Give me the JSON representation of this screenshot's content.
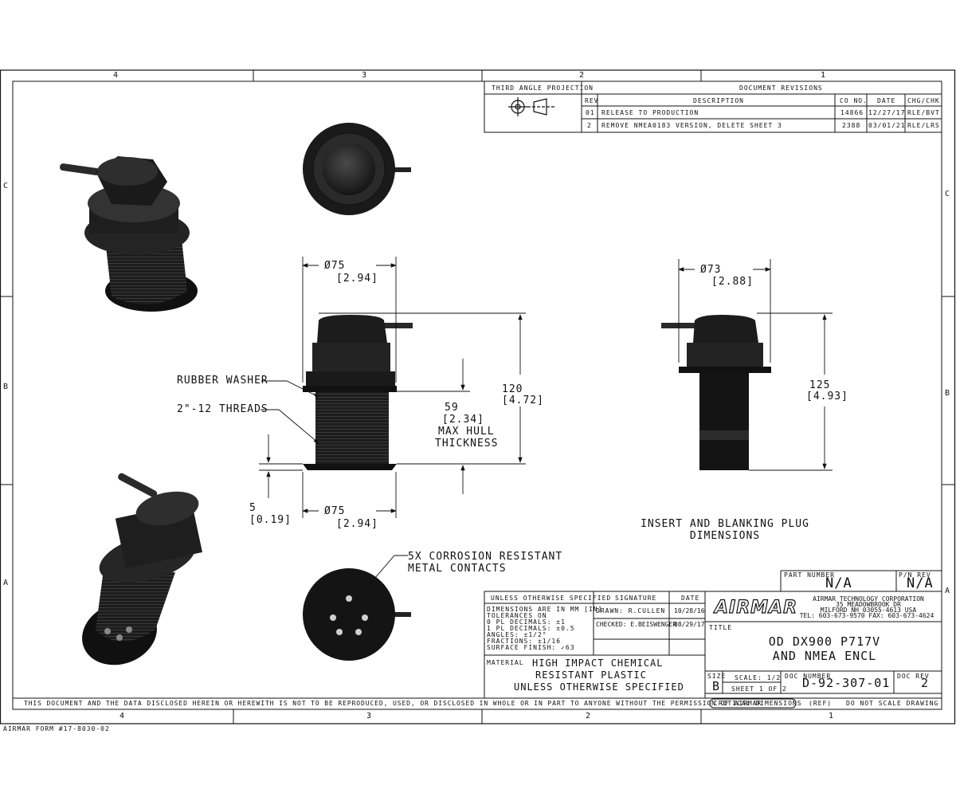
{
  "zones": {
    "top": [
      "4",
      "3",
      "2",
      "1"
    ],
    "bottom": [
      "4",
      "3",
      "2",
      "1"
    ],
    "left": [
      "C",
      "B",
      "A"
    ],
    "right": [
      "C",
      "B",
      "A"
    ]
  },
  "projection_label": "THIRD ANGLE PROJECTION",
  "revisions": {
    "title": "DOCUMENT REVISIONS",
    "headers": [
      "REV",
      "DESCRIPTION",
      "CO NO.",
      "DATE",
      "CHG/CHK"
    ],
    "rows": [
      [
        "01",
        "RELEASE TO PRODUCTION",
        "14866",
        "12/27/17",
        "RLE/BVT"
      ],
      [
        "2",
        "REMOVE NMEA0183 VERSION, DELETE SHEET 3",
        "2388",
        "03/01/21",
        "RLE/LRS"
      ]
    ]
  },
  "dims": {
    "d75_top": "Ø75",
    "d75_top_in": "[2.94]",
    "h120": "120",
    "h120_in": "[4.72]",
    "h59": "59",
    "h59_in": "[2.34]",
    "hull1": "MAX HULL",
    "hull2": "THICKNESS",
    "w5": "5",
    "w5_in": "[0.19]",
    "d75_bot": "Ø75",
    "d75_bot_in": "[2.94]",
    "d73": "Ø73",
    "d73_in": "[2.88]",
    "h125": "125",
    "h125_in": "[4.93]"
  },
  "callouts": {
    "rubber_washer": "RUBBER WASHER",
    "threads": "2\"-12 THREADS",
    "contacts1": "5X CORROSION RESISTANT",
    "contacts2": "METAL CONTACTS"
  },
  "insert_caption": [
    "INSERT AND BLANKING PLUG",
    "DIMENSIONS"
  ],
  "part": {
    "part_number_label": "PART NUMBER",
    "part_number": "N/A",
    "pn_rev_label": "P/N REV",
    "pn_rev": "N/A"
  },
  "spec": {
    "unless": "UNLESS OTHERWISE SPECIFIED",
    "lines": [
      "DIMENSIONS ARE IN MM [IN]",
      "TOLERANCES ON",
      "0 PL DECIMALS:  ±1",
      "1 PL DECIMALS:  ±0.5",
      "ANGLES:  ±1/2°",
      "FRACTIONS:  ±1/16",
      "SURFACE FINISH:  ✓63"
    ],
    "signature": "SIGNATURE",
    "date": "DATE",
    "drawn": "DRAWN:  R.CULLEN",
    "drawn_date": "10/28/16",
    "checked": "CHECKED: E.BEISWENGER",
    "checked_date": "08/29/17",
    "material_label": "MATERIAL",
    "material": [
      "HIGH IMPACT CHEMICAL",
      "RESISTANT PLASTIC",
      "UNLESS OTHERWISE SPECIFIED"
    ]
  },
  "company": {
    "logo": "AIRMAR",
    "name": "AIRMAR TECHNOLOGY CORPORATION",
    "addr1": "35 MEADOWBROOK DR",
    "addr2": "MILFORD NH 03055-4613 USA",
    "tel": "TEL: 603-673-9570  FAX: 603-673-4624"
  },
  "title_block": {
    "title_label": "TITLE",
    "title": [
      "OD DX900 P717V",
      "AND NMEA ENCL"
    ],
    "size_label": "SIZE",
    "size": "B",
    "scale": "SCALE: 1/2",
    "sheet": "SHEET 1 OF 2",
    "doc_label": "DOC NUMBER",
    "doc": "D-92-307-01",
    "docrev_label": "DOC REV",
    "docrev": "2",
    "critical": "CRITICAL DIMENSIONS",
    "ref": "(REF)",
    "noscale": "DO NOT SCALE DRAWING"
  },
  "notice": "THIS DOCUMENT AND THE DATA DISCLOSED HEREIN OR HEREWITH IS NOT TO BE REPRODUCED, USED, OR DISCLOSED IN WHOLE OR IN PART TO ANYONE WITHOUT THE PERMISSION OF AIRMAR",
  "form": "AIRMAR FORM #17-8030-02"
}
